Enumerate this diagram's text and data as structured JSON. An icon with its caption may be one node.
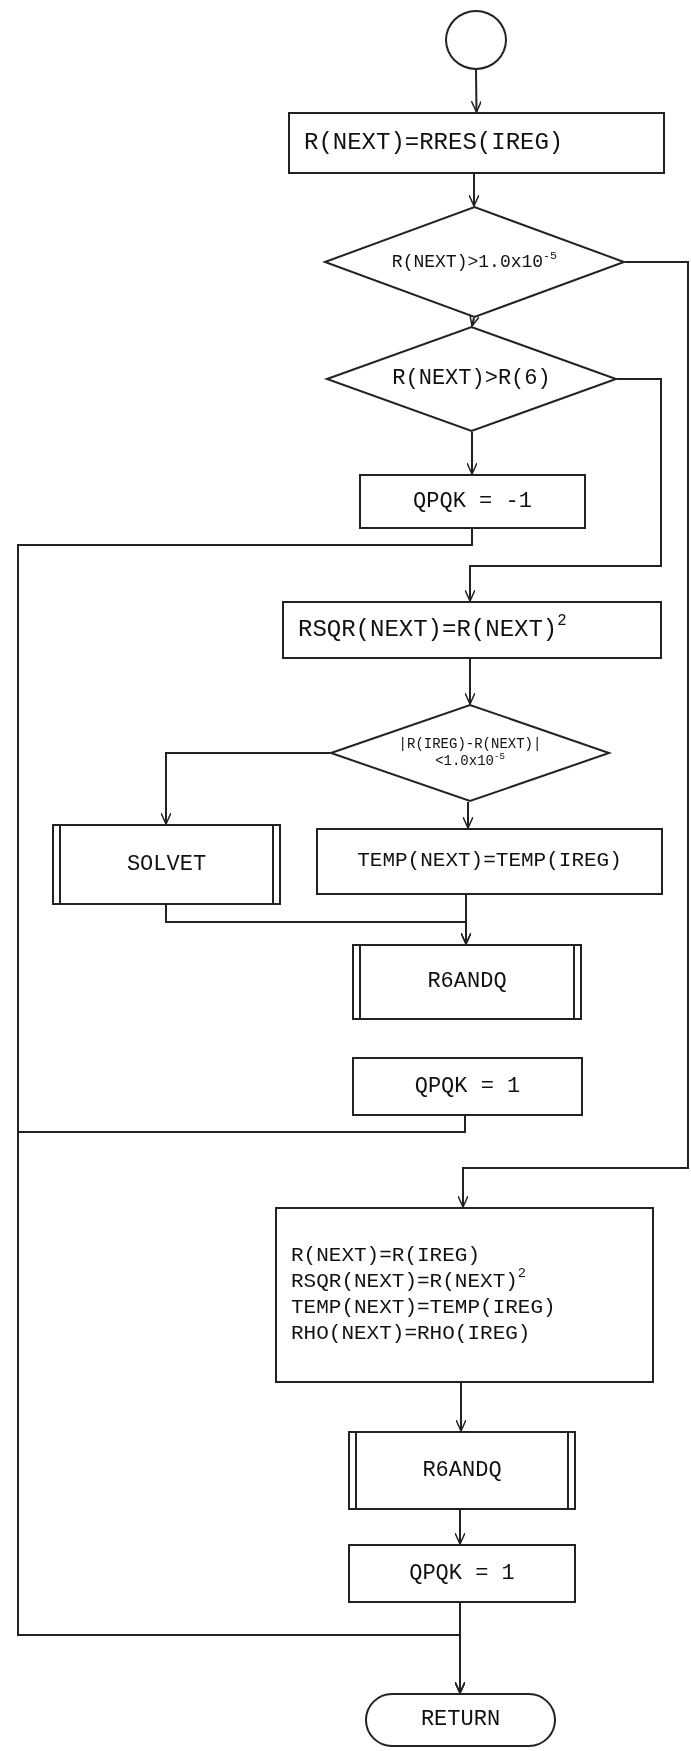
{
  "diagram": {
    "nodes": [
      {
        "text": [],
        "shape": "circle"
      },
      {
        "text": [
          "R(NEXT)=RRES(IREG)"
        ]
      },
      {
        "text": [
          "R(NEXT)>1.0x10$^{-5}$"
        ]
      },
      {
        "text": [
          "R(NEXT)>R(6)"
        ]
      },
      {
        "text": [
          "QPQK = -1"
        ]
      },
      {
        "text": [
          "RSQR(NEXT)=R(NEXT)$^{2}$"
        ]
      },
      {
        "text": [
          "|R(IREG)-R(NEXT)| <1.0x10$^{-5}$"
        ]
      },
      {
        "text": [
          "SOLVET"
        ]
      },
      {
        "text": [
          "TEMP(NEXT)=TEMP(IREG)"
        ]
      },
      {
        "text": [
          "R6ANDQ"
        ]
      },
      {
        "text": [
          "QPQK = 1"
        ]
      },
      {
        "text": [
          "R(NEXT)=R(IREG)",
          "RSQR(NEXT)=R(NEXT)$^{2}$",
          "TEMP(NEXT)=TEMP(IREG)",
          "RHO(NEXT)=RHO(IREG)"
        ]
      },
      {
        "text": [
          "R6ANDQ"
        ]
      },
      {
        "text": [
          "QPQK = 1"
        ]
      },
      {
        "text": [
          "RETURN"
        ]
      }
    ],
    "edges": [
      {
        "from": 0,
        "to": 1,
        "arrow": "to"
      },
      {
        "from": 1,
        "to": 2,
        "arrow": "to"
      },
      {
        "from": 2,
        "to": 3,
        "arrow": "to"
      },
      {
        "from": 2,
        "to": 11,
        "arrow": "to"
      },
      {
        "from": 3,
        "to": 4,
        "arrow": "to"
      },
      {
        "from": 3,
        "to": 5,
        "arrow": "to"
      },
      {
        "from": 4,
        "to": 14,
        "arrow": "to"
      },
      {
        "from": 5,
        "to": 6,
        "arrow": "to"
      },
      {
        "from": 6,
        "to": 7,
        "arrow": "to"
      },
      {
        "from": 6,
        "to": 8,
        "arrow": "to"
      },
      {
        "from": 7,
        "to": 9,
        "arrow": "to"
      },
      {
        "from": 8,
        "to": 9,
        "arrow": "to"
      },
      {
        "from": 10,
        "to": 14,
        "arrow": "to"
      },
      {
        "from": 11,
        "to": 12,
        "arrow": "to"
      },
      {
        "from": 12,
        "to": 13,
        "arrow": "to"
      },
      {
        "from": 13,
        "to": 14,
        "arrow": "to"
      }
    ]
  }
}
